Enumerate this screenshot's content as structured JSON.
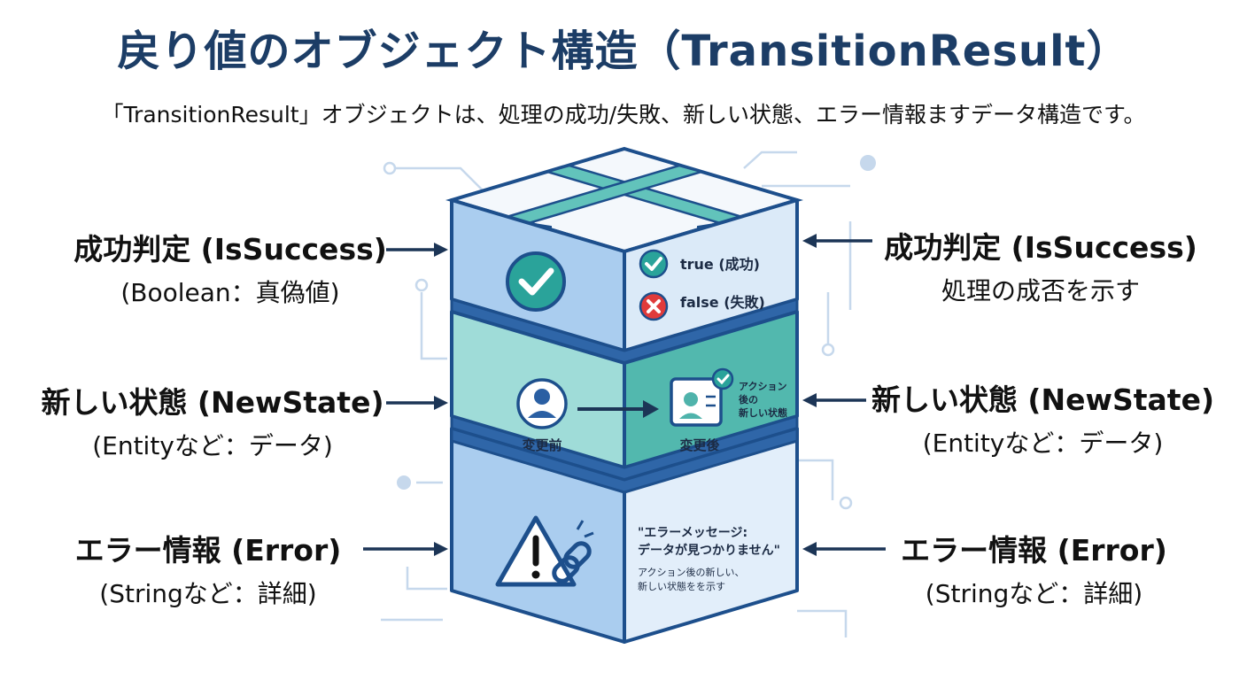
{
  "header": {
    "title": "戻り値のオブジェクト構造（TransitionResult）",
    "subtitle": "「TransitionResult」オブジェクトは、処理の成功/失敗、新しい状態、エラー情報ますデータ構造です。"
  },
  "left_labels": [
    {
      "name": "成功判定 (IsSuccess)",
      "type": "(Boolean：真偽値)"
    },
    {
      "name": "新しい状態 (NewState)",
      "type": "(Entityなど：データ)"
    },
    {
      "name": "エラー情報 (Error)",
      "type": "(Stringなど：詳細)"
    }
  ],
  "right_labels": [
    {
      "name": "成功判定 (IsSuccess)",
      "desc": "処理の成否を示す"
    },
    {
      "name": "新しい状態 (NewState)",
      "desc": "(Entityなど：データ)"
    },
    {
      "name": "エラー情報 (Error)",
      "desc": "(Stringなど：詳細)"
    }
  ],
  "box": {
    "success": {
      "true_label": "true (成功)",
      "false_label": "false (失敗)"
    },
    "state": {
      "before_label": "変更前",
      "after_label": "変更後",
      "callout_line1": "アクション",
      "callout_line2": "後の",
      "callout_line3": "新しい状態"
    },
    "error": {
      "message_line1": "\"エラーメッセージ:",
      "message_line2": "データが見つかりません\"",
      "note_line1": "アクション後の新しい、",
      "note_line2": "新しい状態をを示す"
    }
  },
  "colors": {
    "title": "#1c3d66",
    "frame": "#1d4f8c",
    "success_layer": "#aacdef",
    "state_layer": "#9fdcd8",
    "error_layer": "#aacdef",
    "check_green": "#2aa39a",
    "cross_red": "#e03b3b",
    "arrow": "#1c3556"
  }
}
